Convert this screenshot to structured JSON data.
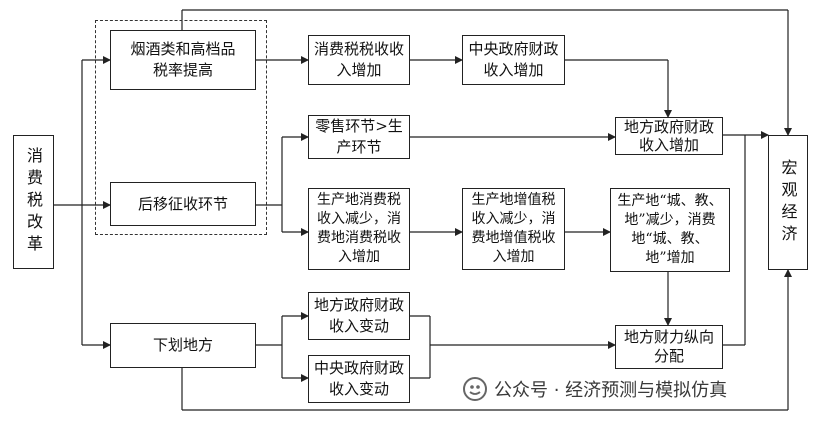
{
  "nodes": {
    "reform": "消费税改革",
    "tobacco": "烟酒类和高档品税率提高",
    "shift_back": "后移征收环节",
    "delegate_local": "下划地方",
    "consumption_tax_up": "消费税税收收入增加",
    "central_revenue_up": "中央政府财政收入增加",
    "retail_gt_production": "零售环节>生产环节",
    "local_revenue_up": "地方政府财政收入增加",
    "prod_cons_tax": "生产地消费税收入减少，消费地消费税收入增加",
    "prod_vat": "生产地增值税收入减少，消费地增值税收入增加",
    "city_edu_local": "生产地“城、教、地”减少，消费地“城、教、地”增加",
    "local_revenue_change": "地方政府财政收入变动",
    "central_revenue_change": "中央政府财政收入变动",
    "local_fiscal_vertical": "地方财力纵向分配",
    "macro_economy": "宏观经济"
  },
  "watermark": {
    "text": "公众号 · 经济预测与模拟仿真",
    "icon": "wechat-official-account-icon"
  }
}
